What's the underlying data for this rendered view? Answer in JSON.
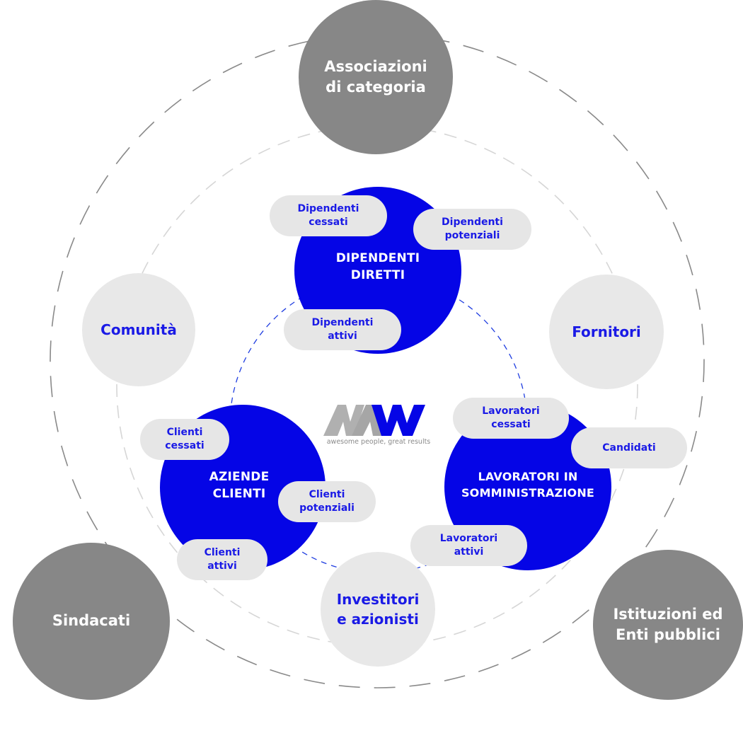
{
  "outer_nodes": {
    "associazioni": "Associazioni\ndi categoria",
    "sindacati": "Sindacati",
    "istituzioni": "Istituzioni ed\nEnti pubblici"
  },
  "middle_nodes": {
    "comunita": "Comunità",
    "fornitori": "Fornitori",
    "investitori": "Investitori\ne azionisti"
  },
  "core_nodes": {
    "dipendenti_diretti": "DIPENDENTI\nDIRETTI",
    "aziende_clienti": "AZIENDE\nCLIENTI",
    "lavoratori_somministrazione": "LAVORATORI IN\nSOMMINISTRAZIONE"
  },
  "sub_labels": {
    "dipendenti_cessati": "Dipendenti\ncessati",
    "dipendenti_potenziali": "Dipendenti\npotenziali",
    "dipendenti_attivi": "Dipendenti\nattivi",
    "clienti_cessati": "Clienti\ncessati",
    "clienti_potenziali": "Clienti\npotenziali",
    "clienti_attivi": "Clienti\nattivi",
    "lavoratori_cessati": "Lavoratori\ncessati",
    "candidati": "Candidati",
    "lavoratori_attivi": "Lavoratori\nattivi"
  },
  "logo": {
    "mark": "MAW",
    "tagline": "awesome people, great results"
  },
  "colors": {
    "brand_blue": "#0505e6",
    "dark_gray": "#878787",
    "light_gray": "#e8e8e8"
  }
}
